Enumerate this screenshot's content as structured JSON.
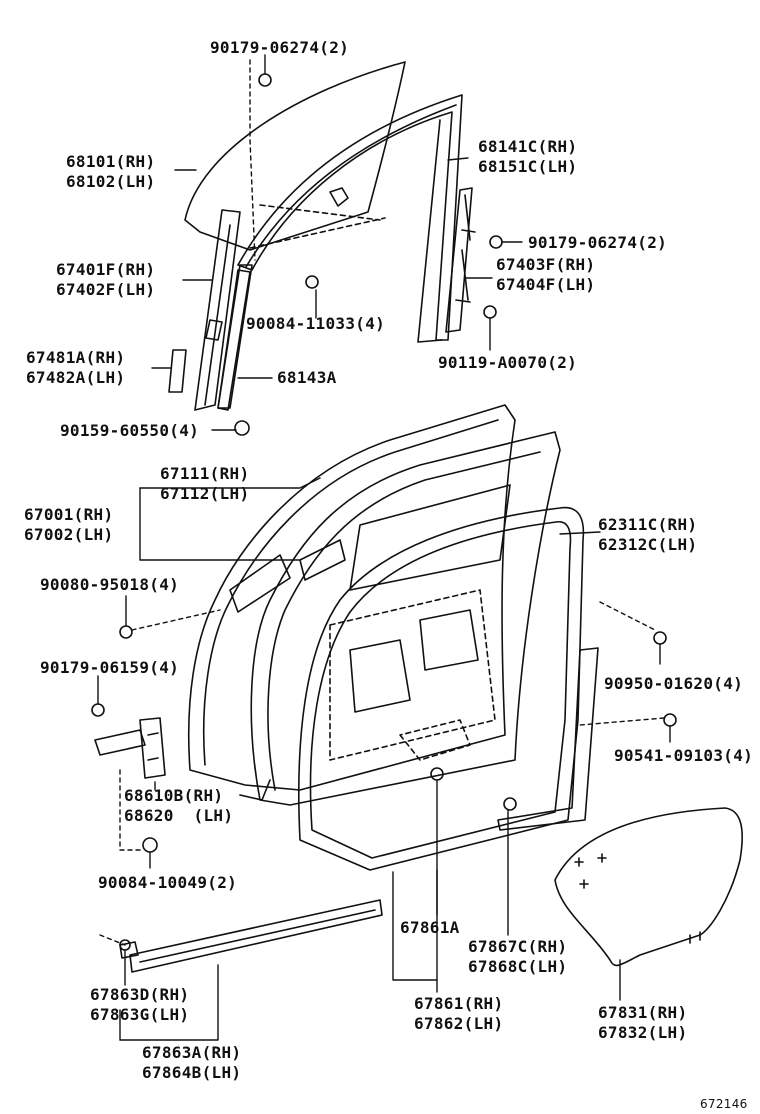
{
  "labels": {
    "p90179_06274_top": "90179-06274(2)",
    "p68101": "68101(RH)",
    "p68102": "68102(LH)",
    "p68141c": "68141C(RH)",
    "p68151c": "68151C(LH)",
    "p90179_06274_right": "90179-06274(2)",
    "p67401f": "67401F(RH)",
    "p67402f": "67402F(LH)",
    "p67403f": "67403F(RH)",
    "p67404f": "67404F(LH)",
    "p90084_11033": "90084-11033(4)",
    "p67481a": "67481A(RH)",
    "p67482a": "67482A(LH)",
    "p90119_a0070": "90119-A0070(2)",
    "p68143a": "68143A",
    "p90159_60550": "90159-60550(4)",
    "p67111": "67111(RH)",
    "p67112": "67112(LH)",
    "p67001": "67001(RH)",
    "p67002": "67002(LH)",
    "p62311c": "62311C(RH)",
    "p62312c": "62312C(LH)",
    "p90080_95018": "90080-95018(4)",
    "p90179_06159": "90179-06159(4)",
    "p90950_01620": "90950-01620(4)",
    "p90541_09103": "90541-09103(4)",
    "p68610b": "68610B(RH)",
    "p68620": "68620  (LH)",
    "p90084_10049": "90084-10049(2)",
    "p67861a": "67861A",
    "p67867c": "67867C(RH)",
    "p67868c": "67868C(LH)",
    "p67863d": "67863D(RH)",
    "p67863g": "67863G(LH)",
    "p67861": "67861(RH)",
    "p67862": "67862(LH)",
    "p67831": "67831(RH)",
    "p67832": "67832(LH)",
    "p67863a": "67863A(RH)",
    "p67864b": "67864B(LH)",
    "diagram_code": "672146"
  },
  "colors": {
    "line": "#111111",
    "background": "#ffffff"
  }
}
